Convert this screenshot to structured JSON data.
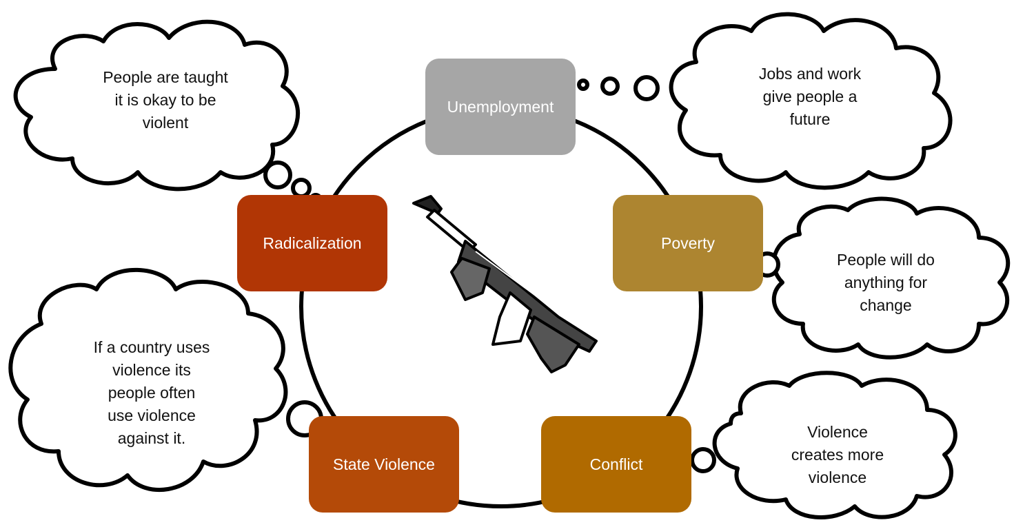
{
  "cycle": {
    "nodes": [
      {
        "label": "Unemployment",
        "color": "#a6a6a6"
      },
      {
        "label": "Poverty",
        "color": "#ad8530"
      },
      {
        "label": "Conflict",
        "color": "#b06a00"
      },
      {
        "label": "State Violence",
        "color": "#b44a08"
      },
      {
        "label": "Radicalization",
        "color": "#b13605"
      }
    ]
  },
  "thoughts": {
    "unemployment": "Jobs and work\ngive people a\nfuture",
    "poverty": "People will do\nanything for\nchange",
    "conflict": "Violence\ncreates more\nviolence",
    "state_violence": "If a country uses\nviolence its\npeople often\nuse violence\nagainst it.",
    "radicalization": "People are taught\nit is okay to be\nviolent"
  },
  "center_icon": "submachine-gun-icon"
}
